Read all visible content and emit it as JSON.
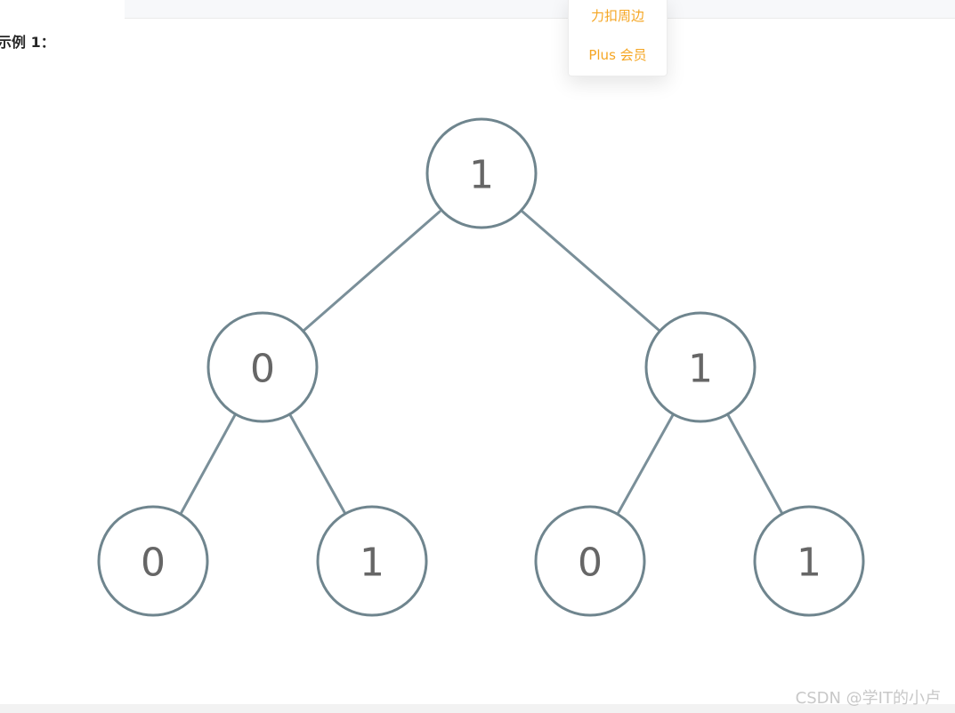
{
  "dropdown": {
    "items": [
      "力扣周边",
      "Plus 会员"
    ]
  },
  "example": {
    "label": "示例 1："
  },
  "tree": {
    "nodes": [
      {
        "id": "root",
        "value": "1"
      },
      {
        "id": "left",
        "value": "0"
      },
      {
        "id": "right",
        "value": "1"
      },
      {
        "id": "left-left",
        "value": "0"
      },
      {
        "id": "left-right",
        "value": "1"
      },
      {
        "id": "right-left",
        "value": "0"
      },
      {
        "id": "right-right",
        "value": "1"
      }
    ],
    "edges": [
      [
        "root",
        "left"
      ],
      [
        "root",
        "right"
      ],
      [
        "left",
        "left-left"
      ],
      [
        "left",
        "left-right"
      ],
      [
        "right",
        "right-left"
      ],
      [
        "right",
        "right-right"
      ]
    ]
  },
  "watermark": "CSDN @学IT的小卢",
  "colors": {
    "accent": "#f5a623",
    "node_stroke": "#6f858e",
    "edge": "#7a8f99",
    "node_text": "#666666"
  }
}
